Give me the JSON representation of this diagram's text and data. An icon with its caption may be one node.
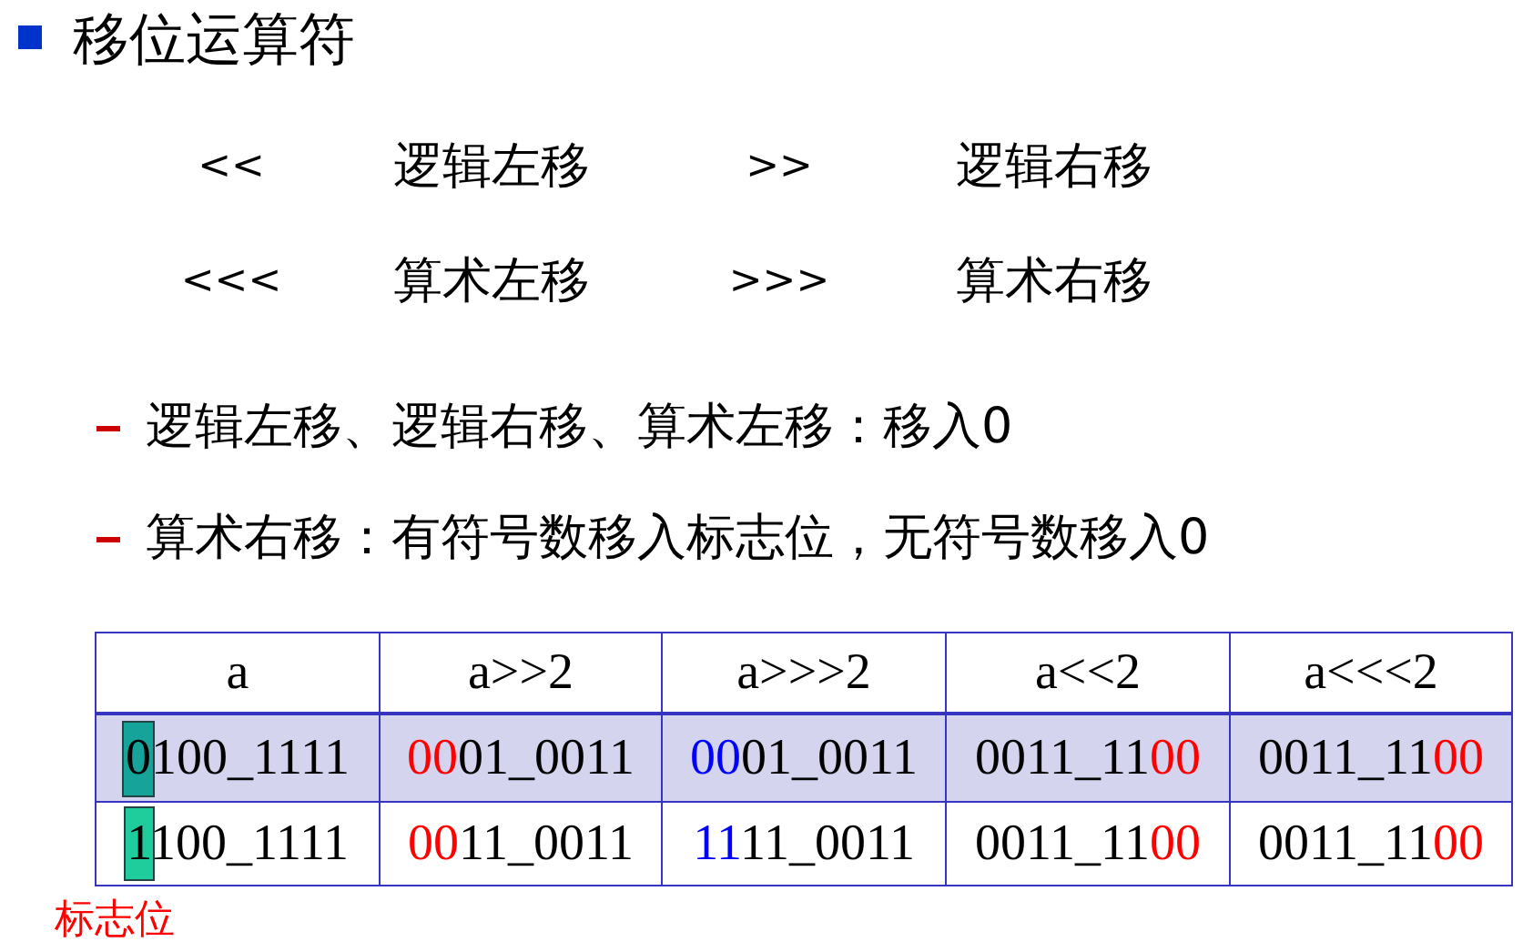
{
  "diagram": {
    "title": "移位运算符",
    "labels": [
      "<<",
      "逻辑左移",
      ">>",
      "逻辑右移",
      "<<<",
      "算术左移",
      ">>>",
      "算术右移",
      "逻辑左移、逻辑右移、算术左移：移入0",
      "算术右移：有符号数移入标志位，无符号数移入0",
      "a",
      "a>>2",
      "a>>>2",
      "a<<2",
      "a<<<2",
      "0100_1111",
      "0001_0011",
      "0001_0011",
      "0011_1100",
      "0011_1100",
      "1100_1111",
      "0011_0011",
      "1111_0011",
      "0011_1100",
      "0011_1100",
      "标志位"
    ]
  }
}
